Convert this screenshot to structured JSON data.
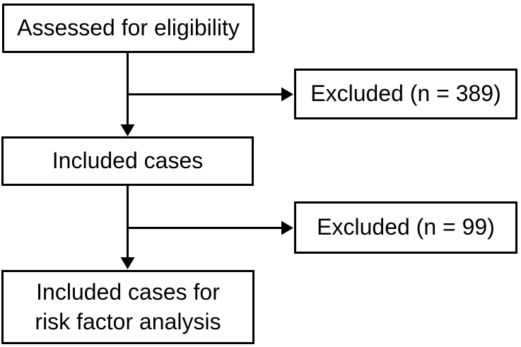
{
  "diagram": {
    "type": "flowchart",
    "colors": {
      "background": "#ffffff",
      "box_fill": "#ffffff",
      "line_and_text": "#000000"
    },
    "nodes": {
      "assessed": {
        "label": "Assessed for eligibility"
      },
      "excluded_first": {
        "label": "Excluded (n = 389)"
      },
      "included": {
        "label": "Included cases"
      },
      "excluded_second": {
        "label": "Excluded (n = 99)"
      },
      "risk_factor": {
        "lines": [
          "Included cases for",
          "risk factor analysis"
        ]
      }
    },
    "edges": [
      {
        "from": "assessed",
        "to": "included",
        "direction": "down"
      },
      {
        "from": "assessed",
        "to": "excluded_first",
        "direction": "right"
      },
      {
        "from": "included",
        "to": "risk_factor",
        "direction": "down"
      },
      {
        "from": "included",
        "to": "excluded_second",
        "direction": "right"
      }
    ]
  }
}
